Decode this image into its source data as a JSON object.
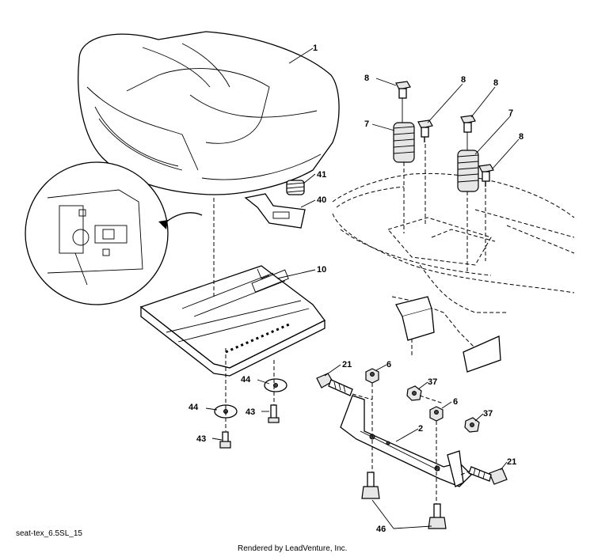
{
  "diagram": {
    "callouts": [
      {
        "id": "c1",
        "text": "1"
      },
      {
        "id": "c8a",
        "text": "8"
      },
      {
        "id": "c8b",
        "text": "8"
      },
      {
        "id": "c8c",
        "text": "8"
      },
      {
        "id": "c7a",
        "text": "7"
      },
      {
        "id": "c7b",
        "text": "7"
      },
      {
        "id": "c8d",
        "text": "8"
      },
      {
        "id": "c41",
        "text": "41"
      },
      {
        "id": "c40",
        "text": "40"
      },
      {
        "id": "c10",
        "text": "10"
      },
      {
        "id": "c21a",
        "text": "21"
      },
      {
        "id": "c6a",
        "text": "6"
      },
      {
        "id": "c37a",
        "text": "37"
      },
      {
        "id": "c6b",
        "text": "6"
      },
      {
        "id": "c37b",
        "text": "37"
      },
      {
        "id": "c2",
        "text": "2"
      },
      {
        "id": "c21b",
        "text": "21"
      },
      {
        "id": "c46",
        "text": "46"
      },
      {
        "id": "c44a",
        "text": "44"
      },
      {
        "id": "c44b",
        "text": "44"
      },
      {
        "id": "c43a",
        "text": "43"
      },
      {
        "id": "c43b",
        "text": "43"
      }
    ],
    "diagram_code": "seat-tex_6.5SL_15",
    "footer": "Rendered by LeadVenture, Inc."
  }
}
